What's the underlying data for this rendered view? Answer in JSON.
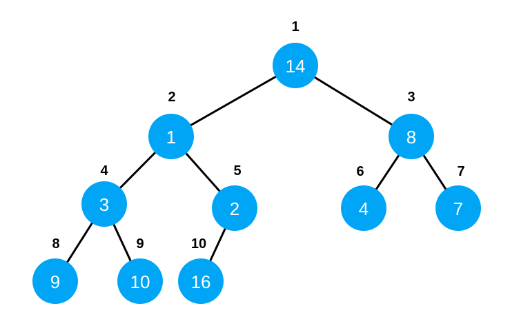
{
  "colors": {
    "node_fill": "#00a5f5",
    "node_text": "#ffffff",
    "edge": "#000000",
    "index_text": "#000000"
  },
  "nodes": [
    {
      "index": "1",
      "value": "14"
    },
    {
      "index": "2",
      "value": "1"
    },
    {
      "index": "3",
      "value": "8"
    },
    {
      "index": "4",
      "value": "3"
    },
    {
      "index": "5",
      "value": "2"
    },
    {
      "index": "6",
      "value": "4"
    },
    {
      "index": "7",
      "value": "7"
    },
    {
      "index": "8",
      "value": "9"
    },
    {
      "index": "9",
      "value": "10"
    },
    {
      "index": "10",
      "value": "16"
    }
  ],
  "edges": [
    {
      "from": "1",
      "to": "2"
    },
    {
      "from": "1",
      "to": "3"
    },
    {
      "from": "2",
      "to": "4"
    },
    {
      "from": "2",
      "to": "5"
    },
    {
      "from": "3",
      "to": "6"
    },
    {
      "from": "3",
      "to": "7"
    },
    {
      "from": "4",
      "to": "8"
    },
    {
      "from": "4",
      "to": "9"
    },
    {
      "from": "5",
      "to": "10"
    }
  ]
}
